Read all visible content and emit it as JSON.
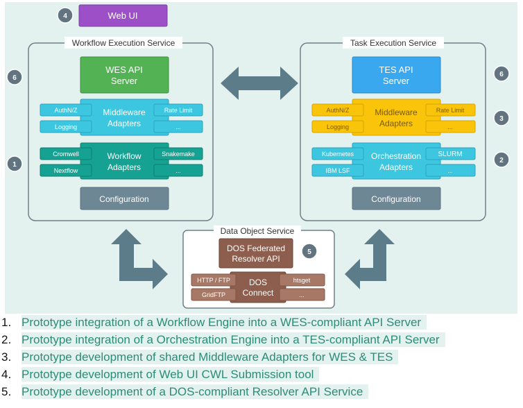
{
  "webui": {
    "label": "Web UI",
    "badge": "4"
  },
  "wes": {
    "title": "Workflow Execution Service",
    "api": [
      "WES API",
      "Server"
    ],
    "middleware": {
      "title": [
        "Middleware",
        "Adapters"
      ],
      "left": [
        "AuthN/Z",
        "Logging"
      ],
      "right": [
        "Rate Limit",
        "..."
      ]
    },
    "engine": {
      "title": [
        "Workflow",
        "Adapters"
      ],
      "left": [
        "Cromwell",
        "Nextflow"
      ],
      "right": [
        "Snakemake",
        "..."
      ]
    },
    "config": "Configuration",
    "badges": [
      "6",
      "1"
    ]
  },
  "tes": {
    "title": "Task Execution Service",
    "api": [
      "TES API",
      "Server"
    ],
    "middleware": {
      "title": [
        "Middleware",
        "Adapters"
      ],
      "left": [
        "AuthN/Z",
        "Logging"
      ],
      "right": [
        "Rate Limit",
        "..."
      ]
    },
    "engine": {
      "title": [
        "Orchestration",
        "Adapters"
      ],
      "left": [
        "Kubernetes",
        "IBM LSF"
      ],
      "right": [
        "SLURM",
        "..."
      ]
    },
    "config": "Configuration",
    "badges": [
      "6",
      "3",
      "2"
    ]
  },
  "dos": {
    "title": "Data Object Service",
    "api": [
      "DOS Federated",
      "Resolver API"
    ],
    "connect": {
      "title": [
        "DOS",
        "Connect"
      ],
      "left": [
        "HTTP / FTP",
        "GridFTP"
      ],
      "right": [
        "htsget",
        "..."
      ]
    },
    "badge": "5"
  },
  "colors": {
    "background": "#e4f2ef",
    "wes_api": "#53b253",
    "tes_api": "#39a8ee",
    "middleware": "#3dc6e0",
    "tes_middleware": "#f9c40a",
    "workflow": "#16a292",
    "config": "#6d8795",
    "dos": "#8d5e4d",
    "dos_chip": "#a77866",
    "webui": "#9d4fc8",
    "arrow": "#5c7c89",
    "badge": "#62747f"
  },
  "list": [
    {
      "num": "1.",
      "text": "Prototype integration of a Workflow Engine into a WES-compliant API Server"
    },
    {
      "num": "2.",
      "text": "Prototype integration of a Orchestration Engine into a TES-compliant API Server"
    },
    {
      "num": "3.",
      "text": "Prototype development of shared Middleware Adapters for WES & TES"
    },
    {
      "num": "4.",
      "text": "Prototype development of Web UI CWL Submission tool"
    },
    {
      "num": "5.",
      "text": "Prototype development of a DOS-compliant Resolver API Service"
    }
  ]
}
